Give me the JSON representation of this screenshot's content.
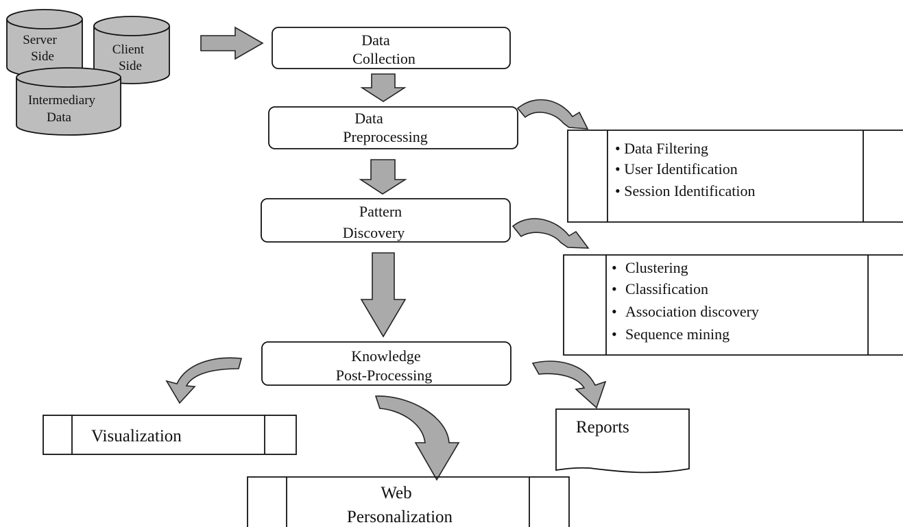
{
  "sources": {
    "server": [
      "Server",
      "Side"
    ],
    "client": [
      "Client",
      "Side"
    ],
    "intermediary": [
      "Intermediary",
      "Data"
    ]
  },
  "steps": {
    "collection": [
      "Data",
      "Collection"
    ],
    "preprocessing": [
      "Data",
      "Preprocessing"
    ],
    "pattern": [
      "Pattern",
      "Discovery"
    ],
    "knowledge": [
      "Knowledge",
      "Post-Processing"
    ]
  },
  "preprocessing_tasks": [
    "• Data Filtering",
    "• User Identification",
    "• Session Identification"
  ],
  "pattern_bullet": "•",
  "pattern_tasks": [
    "Clustering",
    "Classification",
    "Association discovery",
    "Sequence mining"
  ],
  "outputs": {
    "visualization": "Visualization",
    "reports": "Reports",
    "web": [
      "Web",
      "Personalization"
    ]
  }
}
